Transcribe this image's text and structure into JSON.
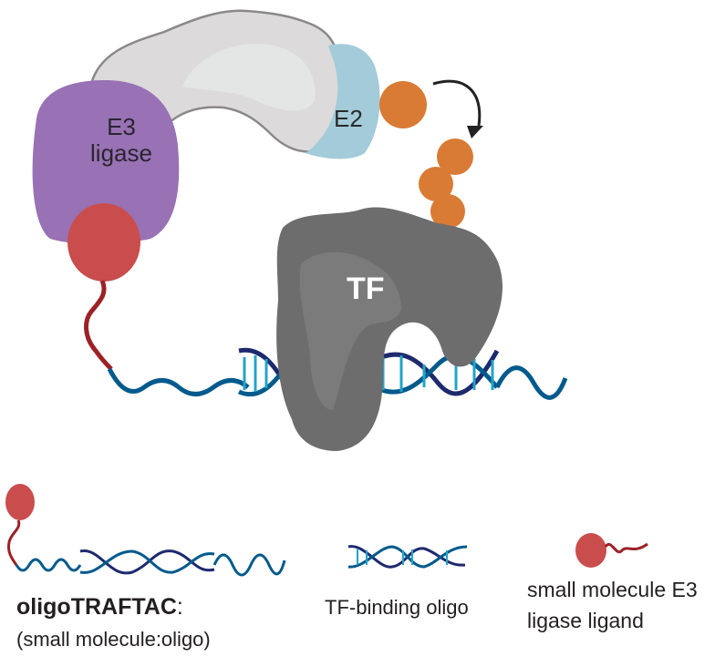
{
  "title": "oligoTRAFTAC mechanism",
  "labels": {
    "e3_line1": "E3",
    "e3_line2": "ligase",
    "e2": "E2",
    "tf": "TF"
  },
  "legend": [
    {
      "title_bold": "oligoTRAFTAC",
      "title_suffix": ":",
      "subtitle": "(small molecule:oligo)"
    },
    {
      "title": "TF-binding oligo"
    },
    {
      "line1": "small molecule E3",
      "line2": "ligase ligand"
    }
  ],
  "colors": {
    "e3": "#9872b4",
    "e2": "#a3cbd9",
    "scaffold": "#dcdada",
    "ubiquitin": "#d97a35",
    "ligand": "#c94d4d",
    "linker": "#9b2226",
    "tf": "#6d6d6d",
    "dna_strand_a": "#005a8c",
    "dna_strand_b": "#1e2a6e",
    "dna_base": "#23a3c8"
  }
}
